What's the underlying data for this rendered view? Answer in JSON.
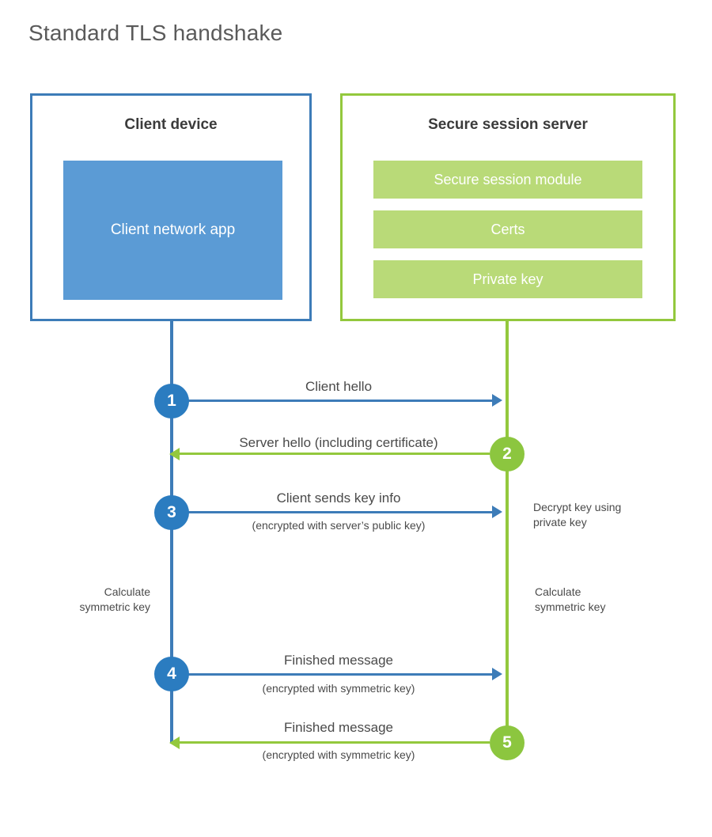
{
  "title": "Standard TLS handshake",
  "colors": {
    "client_border": "#3d7cb8",
    "client_fill": "#5b9bd5",
    "client_circle": "#2b7cc0",
    "server_border": "#93c83d",
    "server_fill": "#b9da78",
    "server_circle": "#8cc63f",
    "text": "#4a4a4a",
    "heading": "#3b3b3b",
    "background": "#ffffff"
  },
  "participants": {
    "client": {
      "title": "Client device",
      "component": "Client network app"
    },
    "server": {
      "title": "Secure session server",
      "components": [
        "Secure session module",
        "Certs",
        "Private key"
      ]
    }
  },
  "steps": [
    {
      "number": "1",
      "label": "Client hello",
      "sub": "",
      "direction": "client-to-server",
      "color": "blue"
    },
    {
      "number": "2",
      "label": "Server hello (including certificate)",
      "sub": "",
      "direction": "server-to-client",
      "color": "green"
    },
    {
      "number": "3",
      "label": "Client sends key info",
      "sub": "(encrypted with server’s public key)",
      "direction": "client-to-server",
      "color": "blue"
    },
    {
      "number": "4",
      "label": "Finished message",
      "sub": "(encrypted with symmetric key)",
      "direction": "client-to-server",
      "color": "blue"
    },
    {
      "number": "5",
      "label": "Finished message",
      "sub": "(encrypted with symmetric key)",
      "direction": "server-to-client",
      "color": "green"
    }
  ],
  "annotations": {
    "server_decrypt": "Decrypt key using\nprivate key",
    "server_decrypt_line1": "Decrypt key using",
    "server_decrypt_line2": "private key",
    "client_calculate_line1": "Calculate",
    "client_calculate_line2": "symmetric key",
    "server_calculate_line1": "Calculate",
    "server_calculate_line2": "symmetric key"
  }
}
